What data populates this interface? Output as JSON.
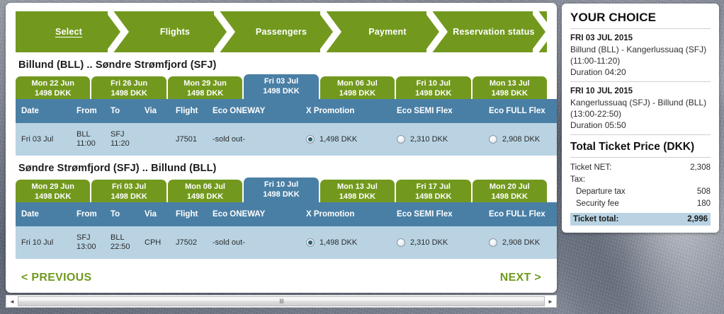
{
  "progress": {
    "steps": [
      {
        "label": "Select",
        "active": true
      },
      {
        "label": "Flights",
        "active": false
      },
      {
        "label": "Passengers",
        "active": false
      },
      {
        "label": "Payment",
        "active": false
      },
      {
        "label": "Reservation status",
        "active": false
      }
    ]
  },
  "colors": {
    "green": "#72991e",
    "blue": "#4a7fa5",
    "row_blue": "#b9d3e3",
    "link_green": "#6f9a1e"
  },
  "outbound": {
    "title": "Billund (BLL) .. Søndre Strømfjord (SFJ)",
    "date_tabs": [
      {
        "day": "Mon 22 Jun",
        "price": "1498 DKK",
        "selected": false
      },
      {
        "day": "Fri 26 Jun",
        "price": "1498 DKK",
        "selected": false
      },
      {
        "day": "Mon 29 Jun",
        "price": "1498 DKK",
        "selected": false
      },
      {
        "day": "Fri 03 Jul",
        "price": "1498 DKK",
        "selected": true
      },
      {
        "day": "Mon 06 Jul",
        "price": "1498 DKK",
        "selected": false
      },
      {
        "day": "Fri 10 Jul",
        "price": "1498 DKK",
        "selected": false
      },
      {
        "day": "Mon 13 Jul",
        "price": "1498 DKK",
        "selected": false
      }
    ],
    "headers": {
      "date": "Date",
      "from": "From",
      "to": "To",
      "via": "Via",
      "flight": "Flight",
      "eco_oneway": "Eco ONEWAY",
      "promotion": "X Promotion",
      "semi_flex": "Eco SEMI Flex",
      "full_flex": "Eco FULL Flex"
    },
    "row": {
      "date": "Fri 03 Jul",
      "from_code": "BLL",
      "from_time": "11:00",
      "to_code": "SFJ",
      "to_time": "11:20",
      "via": "",
      "flight": "J7501",
      "eco_oneway": "-sold out-",
      "promotion_price": "1,498 DKK",
      "promotion_selected": true,
      "semi_flex_price": "2,310 DKK",
      "semi_flex_selected": false,
      "full_flex_price": "2,908 DKK",
      "full_flex_selected": false
    }
  },
  "inbound": {
    "title": "Søndre Strømfjord (SFJ) .. Billund (BLL)",
    "date_tabs": [
      {
        "day": "Mon 29 Jun",
        "price": "1498 DKK",
        "selected": false
      },
      {
        "day": "Fri 03 Jul",
        "price": "1498 DKK",
        "selected": false
      },
      {
        "day": "Mon 06 Jul",
        "price": "1498 DKK",
        "selected": false
      },
      {
        "day": "Fri 10 Jul",
        "price": "1498 DKK",
        "selected": true
      },
      {
        "day": "Mon 13 Jul",
        "price": "1498 DKK",
        "selected": false
      },
      {
        "day": "Fri 17 Jul",
        "price": "1498 DKK",
        "selected": false
      },
      {
        "day": "Mon 20 Jul",
        "price": "1498 DKK",
        "selected": false
      }
    ],
    "headers": {
      "date": "Date",
      "from": "From",
      "to": "To",
      "via": "Via",
      "flight": "Flight",
      "eco_oneway": "Eco ONEWAY",
      "promotion": "X Promotion",
      "semi_flex": "Eco SEMI Flex",
      "full_flex": "Eco FULL Flex"
    },
    "row": {
      "date": "Fri 10 Jul",
      "from_code": "SFJ",
      "from_time": "13:00",
      "to_code": "BLL",
      "to_time": "22:50",
      "via": "CPH",
      "flight": "J7502",
      "eco_oneway": "-sold out-",
      "promotion_price": "1,498 DKK",
      "promotion_selected": true,
      "semi_flex_price": "2,310 DKK",
      "semi_flex_selected": false,
      "full_flex_price": "2,908 DKK",
      "full_flex_selected": false
    }
  },
  "footer": {
    "previous": "< PREVIOUS",
    "next": "NEXT >"
  },
  "scrollbar": {
    "left_arrow": "◄",
    "right_arrow": "►",
    "grip": "IIII"
  },
  "sidebar": {
    "title": "YOUR CHOICE",
    "legs": [
      {
        "date": "FRI 03 JUL 2015",
        "route": "Billund (BLL) - Kangerlussuaq (SFJ) (11:00-11:20)",
        "duration": "Duration 04:20"
      },
      {
        "date": "FRI 10 JUL 2015",
        "route": "Kangerlussuaq (SFJ) - Billund (BLL) (13:00-22:50)",
        "duration": "Duration 05:50"
      }
    ],
    "price_title": "Total Ticket Price (DKK)",
    "ticket_net_label": "Ticket NET:",
    "ticket_net_value": "2,308",
    "tax_label": "Tax:",
    "tax_rows": [
      {
        "label": "Departure tax",
        "value": "508"
      },
      {
        "label": "Security fee",
        "value": "180"
      }
    ],
    "total_label": "Ticket total:",
    "total_value": "2,996"
  }
}
